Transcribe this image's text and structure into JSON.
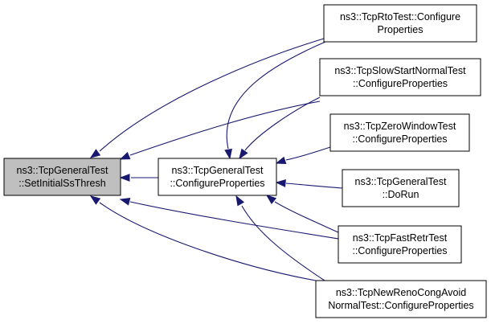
{
  "colors": {
    "edge": "#191970",
    "node_border": "#000000",
    "node_fill": "#ffffff",
    "highlight_fill": "#bfbfbf"
  },
  "nodes": [
    {
      "id": "set_initial_ss_thresh",
      "lines": [
        "ns3::TcpGeneralTest",
        "::SetInitialSsThresh"
      ],
      "highlighted": true
    },
    {
      "id": "general_configure",
      "lines": [
        "ns3::TcpGeneralTest",
        "::ConfigureProperties"
      ],
      "highlighted": false
    },
    {
      "id": "rto_configure",
      "lines": [
        "ns3::TcpRtoTest::Configure",
        "Properties"
      ],
      "highlighted": false
    },
    {
      "id": "slowstart_configure",
      "lines": [
        "ns3::TcpSlowStartNormalTest",
        "::ConfigureProperties"
      ],
      "highlighted": false
    },
    {
      "id": "zerowindow_configure",
      "lines": [
        "ns3::TcpZeroWindowTest",
        "::ConfigureProperties"
      ],
      "highlighted": false
    },
    {
      "id": "general_dorun",
      "lines": [
        "ns3::TcpGeneralTest",
        "::DoRun"
      ],
      "highlighted": false
    },
    {
      "id": "fastretr_configure",
      "lines": [
        "ns3::TcpFastRetrTest",
        "::ConfigureProperties"
      ],
      "highlighted": false
    },
    {
      "id": "newreno_configure",
      "lines": [
        "ns3::TcpNewRenoCongAvoid",
        "NormalTest::ConfigureProperties"
      ],
      "highlighted": false
    }
  ],
  "edges": [
    {
      "from": "general_configure",
      "to": "set_initial_ss_thresh"
    },
    {
      "from": "rto_configure",
      "to": "set_initial_ss_thresh"
    },
    {
      "from": "slowstart_configure",
      "to": "set_initial_ss_thresh"
    },
    {
      "from": "fastretr_configure",
      "to": "set_initial_ss_thresh"
    },
    {
      "from": "newreno_configure",
      "to": "set_initial_ss_thresh"
    },
    {
      "from": "rto_configure",
      "to": "general_configure"
    },
    {
      "from": "slowstart_configure",
      "to": "general_configure"
    },
    {
      "from": "zerowindow_configure",
      "to": "general_configure"
    },
    {
      "from": "general_dorun",
      "to": "general_configure"
    },
    {
      "from": "fastretr_configure",
      "to": "general_configure"
    },
    {
      "from": "newreno_configure",
      "to": "general_configure"
    }
  ]
}
